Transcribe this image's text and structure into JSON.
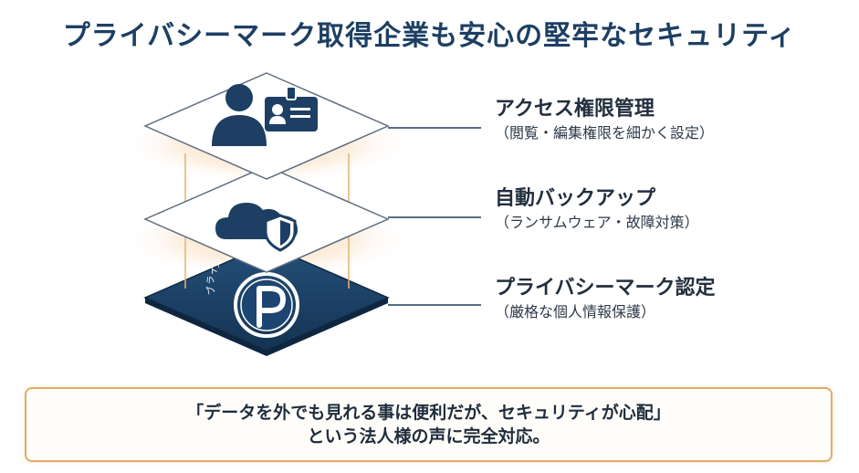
{
  "title": "プライバシーマーク取得企業も安心の堅牢なセキュリティ",
  "layers": [
    {
      "name": "アクセス権限管理",
      "description": "（閲覧・編集権限を細かく設定）",
      "icon": "user-id-card-icon"
    },
    {
      "name": "自動バックアップ",
      "description": "（ランサムウェア・故障対策）",
      "icon": "cloud-shield-icon"
    },
    {
      "name": "プライバシーマーク認定",
      "description": "（厳格な個人情報保護）",
      "icon": "privacy-mark-icon"
    }
  ],
  "privacy_mark_arc_text": "プライバシーマーク認定",
  "callout": {
    "line1": "「データを外でも見れる事は便利だが、セキュリティが心配」",
    "line2": "という法人様の声に完全対応。"
  },
  "colors": {
    "navy": "#1d3f63",
    "glow": "#f0b36a",
    "border": "#e0ad67"
  }
}
